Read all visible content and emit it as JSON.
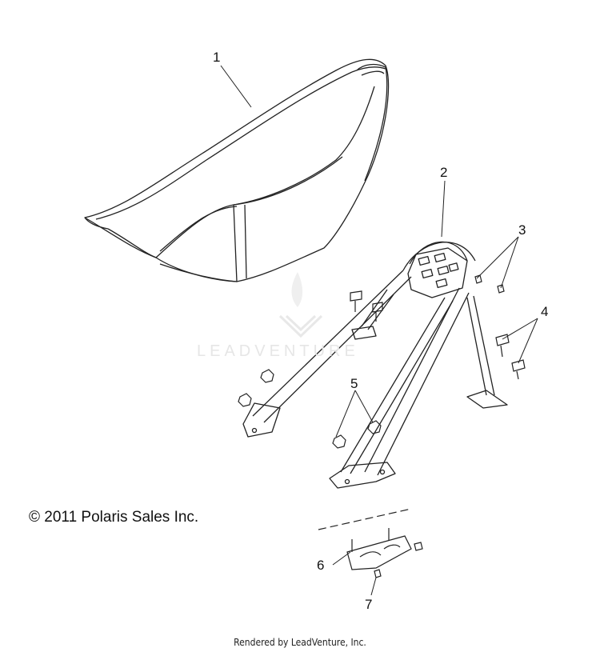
{
  "diagram": {
    "watermark_text": "LEADVENTURE",
    "copyright": "© 2011 Polaris Sales Inc.",
    "footer": "Rendered by LeadVenture, Inc.",
    "callouts": [
      {
        "label": "1",
        "part": "seat"
      },
      {
        "label": "2",
        "part": "grab bar / rack"
      },
      {
        "label": "3",
        "part": "screws"
      },
      {
        "label": "4",
        "part": "bolts"
      },
      {
        "label": "5",
        "part": "nuts"
      },
      {
        "label": "6",
        "part": "bracket"
      },
      {
        "label": "7",
        "part": "screw"
      }
    ]
  }
}
